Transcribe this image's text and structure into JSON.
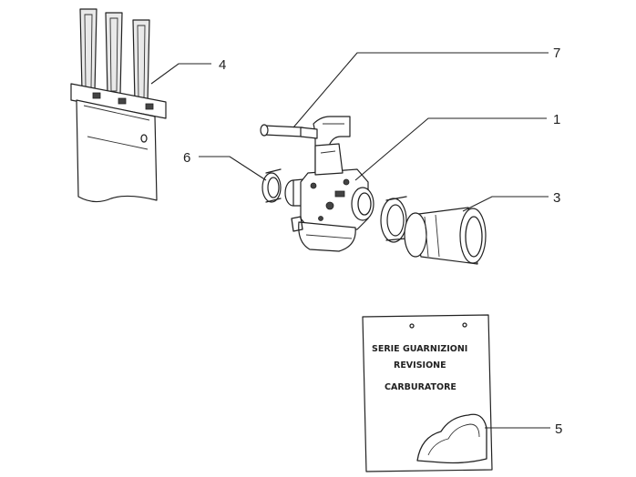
{
  "callouts": [
    {
      "id": "c1",
      "label": "1"
    },
    {
      "id": "c3",
      "label": "3"
    },
    {
      "id": "c4",
      "label": "4"
    },
    {
      "id": "c5",
      "label": "5"
    },
    {
      "id": "c6",
      "label": "6"
    },
    {
      "id": "c7",
      "label": "7"
    }
  ],
  "package": {
    "line1": "SERIE GUARNIZIONI",
    "line2": "REVISIONE",
    "line3": "CARBURATORE"
  }
}
